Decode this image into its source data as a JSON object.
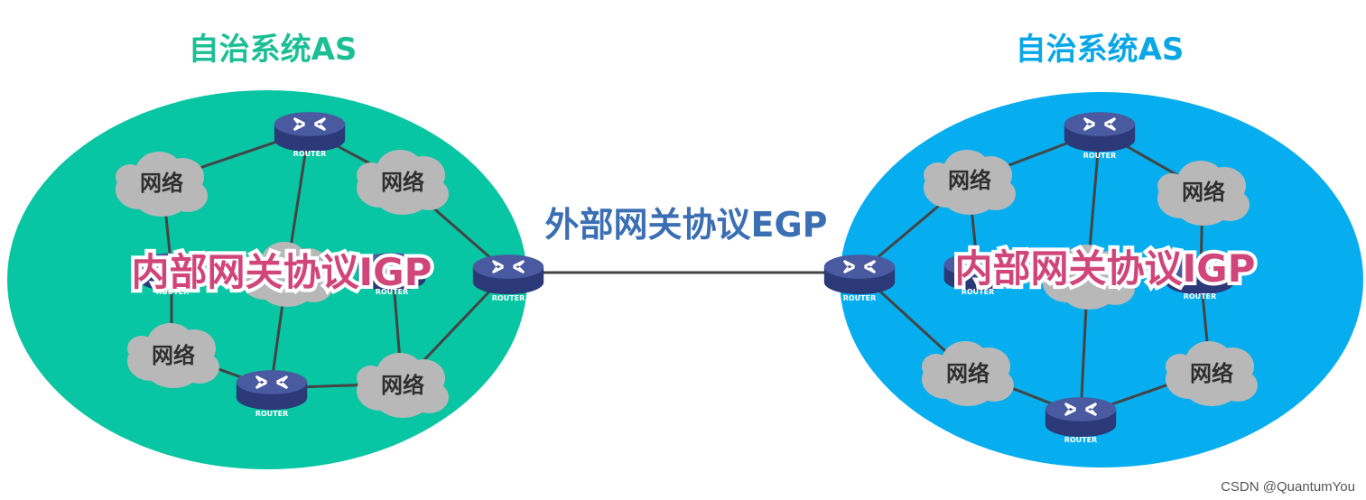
{
  "colors": {
    "left_as": "#08c5a3",
    "right_as": "#06aeef",
    "left_title": "#1cbf95",
    "right_title": "#0aa7e6",
    "egp_text": "#3b6fb4",
    "igp_text": "#d0457a",
    "cloud": "#b8b8b8",
    "router_body": "#3b4a8c",
    "link": "#444444"
  },
  "left_as": {
    "title": "自治系统AS",
    "igp_label": "内部网关协议IGP"
  },
  "right_as": {
    "title": "自治系统AS",
    "igp_label": "内部网关协议IGP"
  },
  "egp_label": "外部网关协议EGP",
  "network_label": "网络",
  "router_label": "ROUTER",
  "watermark": "CSDN @QuantumYou"
}
